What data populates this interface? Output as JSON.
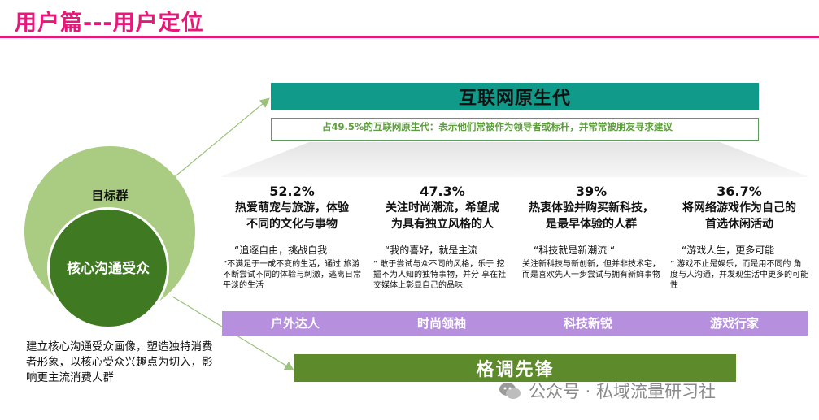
{
  "page": {
    "title": "用户篇---用户定位"
  },
  "header": {
    "title": "互联网原生代"
  },
  "subtitle": "占49.5%的互联网原生代：表示他们常被作为领导者或标杆，并常常被朋友寻求建议",
  "circles": {
    "outer": "目标群",
    "inner": "核心沟通受众"
  },
  "description": "建立核心沟通受众画像，塑造独特消费者形象，以核心受众兴趣点为切入，影响更主流消费人群",
  "cards": [
    {
      "pct": "52.2%",
      "head1": "热爱萌宠与旅游，体验",
      "head2": "不同的文化与事物",
      "quote": "“追逐自由，挑战自我",
      "body": "”不满足于一成不变的生活，通过 旅游不断尝试不同的体验与刺激，逃离日常平淡的生活"
    },
    {
      "pct": "47.3%",
      "head1": "关注时尚潮流，希望成",
      "head2": "为具有独立风格的人",
      "quote": "“我的喜好，就是主流",
      "body": "” 敢于尝试与众不同的风格，乐于 挖掘不为人知的独特事物，并分 享在社交媒体上彰显自己的品味"
    },
    {
      "pct": "39%",
      "head1": "热衷体验并购买新科技，",
      "head2": "是最早体验的人群",
      "quote": "“科技就是新潮流 “",
      "body": "关注新科技与新创新，但并非技术宅，而是喜欢先人一步尝试与拥有新鲜事物"
    },
    {
      "pct": "36.7%",
      "head1": "将网络游戏作为自己的",
      "head2": "首选休闲活动",
      "quote": "“游戏人生，更多可能",
      "body": "” 游戏不止是娱乐，而是用不同的 角度与人沟通，并发现生活中更多的可能性"
    }
  ],
  "tags": [
    "户外达人",
    "时尚领袖",
    "科技新锐",
    "游戏行家"
  ],
  "bottom": {
    "title": "格调先锋"
  },
  "watermark": {
    "text": "公众号 · 私域流量研习社"
  },
  "colors": {
    "title": "#e8187a",
    "header": "#0f9a8a",
    "tags": "#b690df",
    "bottom": "#5d8a2a",
    "outer_circle": "#a9cc82",
    "inner_circle": "#3f7a22"
  }
}
